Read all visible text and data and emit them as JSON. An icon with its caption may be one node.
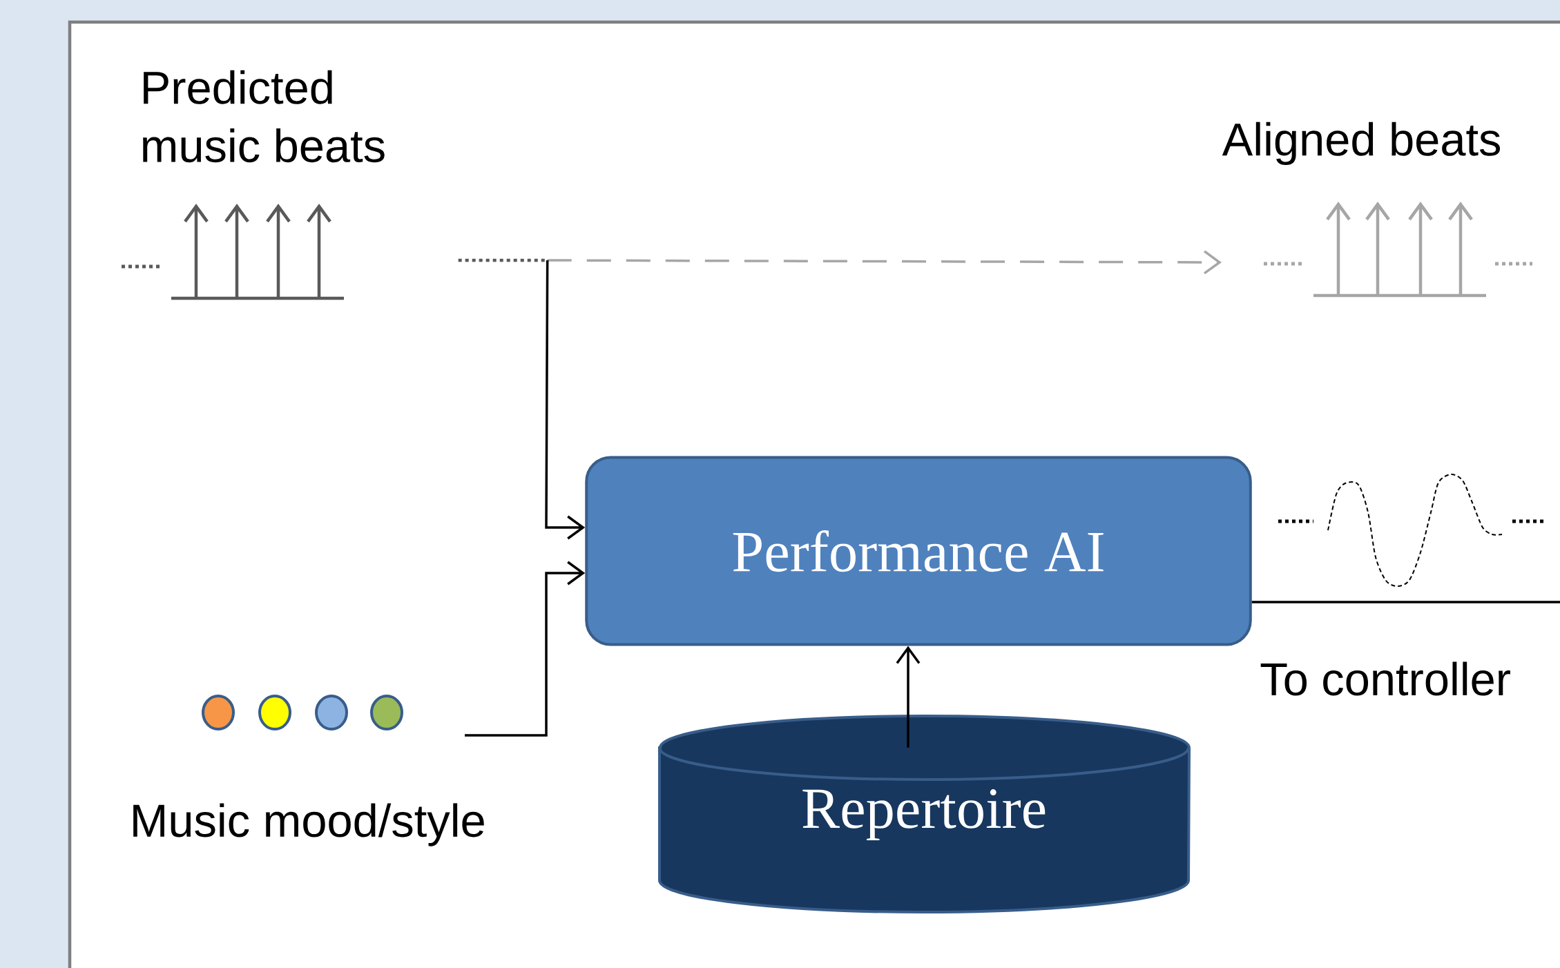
{
  "diagram": {
    "nodes": [
      {
        "text": [
          "Predicted music beats"
        ]
      },
      {
        "text": [
          "Aligned beats"
        ]
      },
      {
        "text": [
          "Performance AI"
        ]
      },
      {
        "text": [
          "Music mood/style"
        ]
      },
      {
        "text": [
          "Repertoire"
        ]
      }
    ],
    "edges": [
      {
        "from": 0,
        "to": 1,
        "arrow": "to",
        "style": "dashed",
        "color": "#a6a6a6"
      },
      {
        "from": 0,
        "to": 2,
        "arrow": "to"
      },
      {
        "from": 3,
        "to": 2,
        "arrow": "to"
      },
      {
        "from": 4,
        "to": 2,
        "arrow": "to"
      },
      {
        "from": 2,
        "to": null,
        "arrow": "none",
        "label": "To controller"
      }
    ]
  }
}
